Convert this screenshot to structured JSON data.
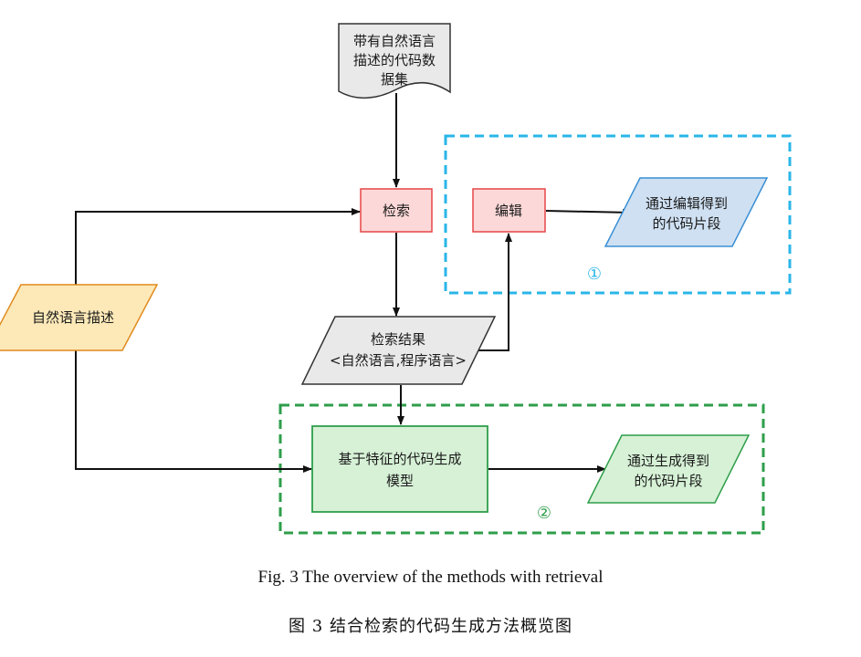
{
  "nodes": {
    "dataset": {
      "line1": "带有自然语言",
      "line2": "描述的代码数",
      "line3": "据集"
    },
    "nl_input": {
      "label": "自然语言描述"
    },
    "retrieve": {
      "label": "检索"
    },
    "edit": {
      "label": "编辑"
    },
    "edited_code": {
      "line1": "通过编辑得到",
      "line2": "的代码片段"
    },
    "retrieval_result": {
      "line1": "检索结果",
      "line2": "<自然语言,程序语言>"
    },
    "generation_model": {
      "line1": "基于特征的代码生成",
      "line2": "模型"
    },
    "generated_code": {
      "line1": "通过生成得到",
      "line2": "的代码片段"
    }
  },
  "regions": {
    "edit_region": {
      "marker": "①",
      "color": "#29b6e8"
    },
    "generate_region": {
      "marker": "②",
      "color": "#2e9e4a"
    }
  },
  "colors": {
    "red_fill": "#fdd8d8",
    "red_stroke": "#e64646",
    "orange_fill": "#fde9b8",
    "orange_stroke": "#e08a1e",
    "blue_fill": "#cfe0f2",
    "blue_stroke": "#3a8fd4",
    "grey_fill": "#e9e9e9",
    "grey_stroke": "#333333",
    "green_fill": "#d6f1d6",
    "green_stroke": "#2e9e4a"
  },
  "captions": {
    "english": "Fig. 3 The overview of the methods with retrieval",
    "chinese": "图 3  结合检索的代码生成方法概览图"
  }
}
